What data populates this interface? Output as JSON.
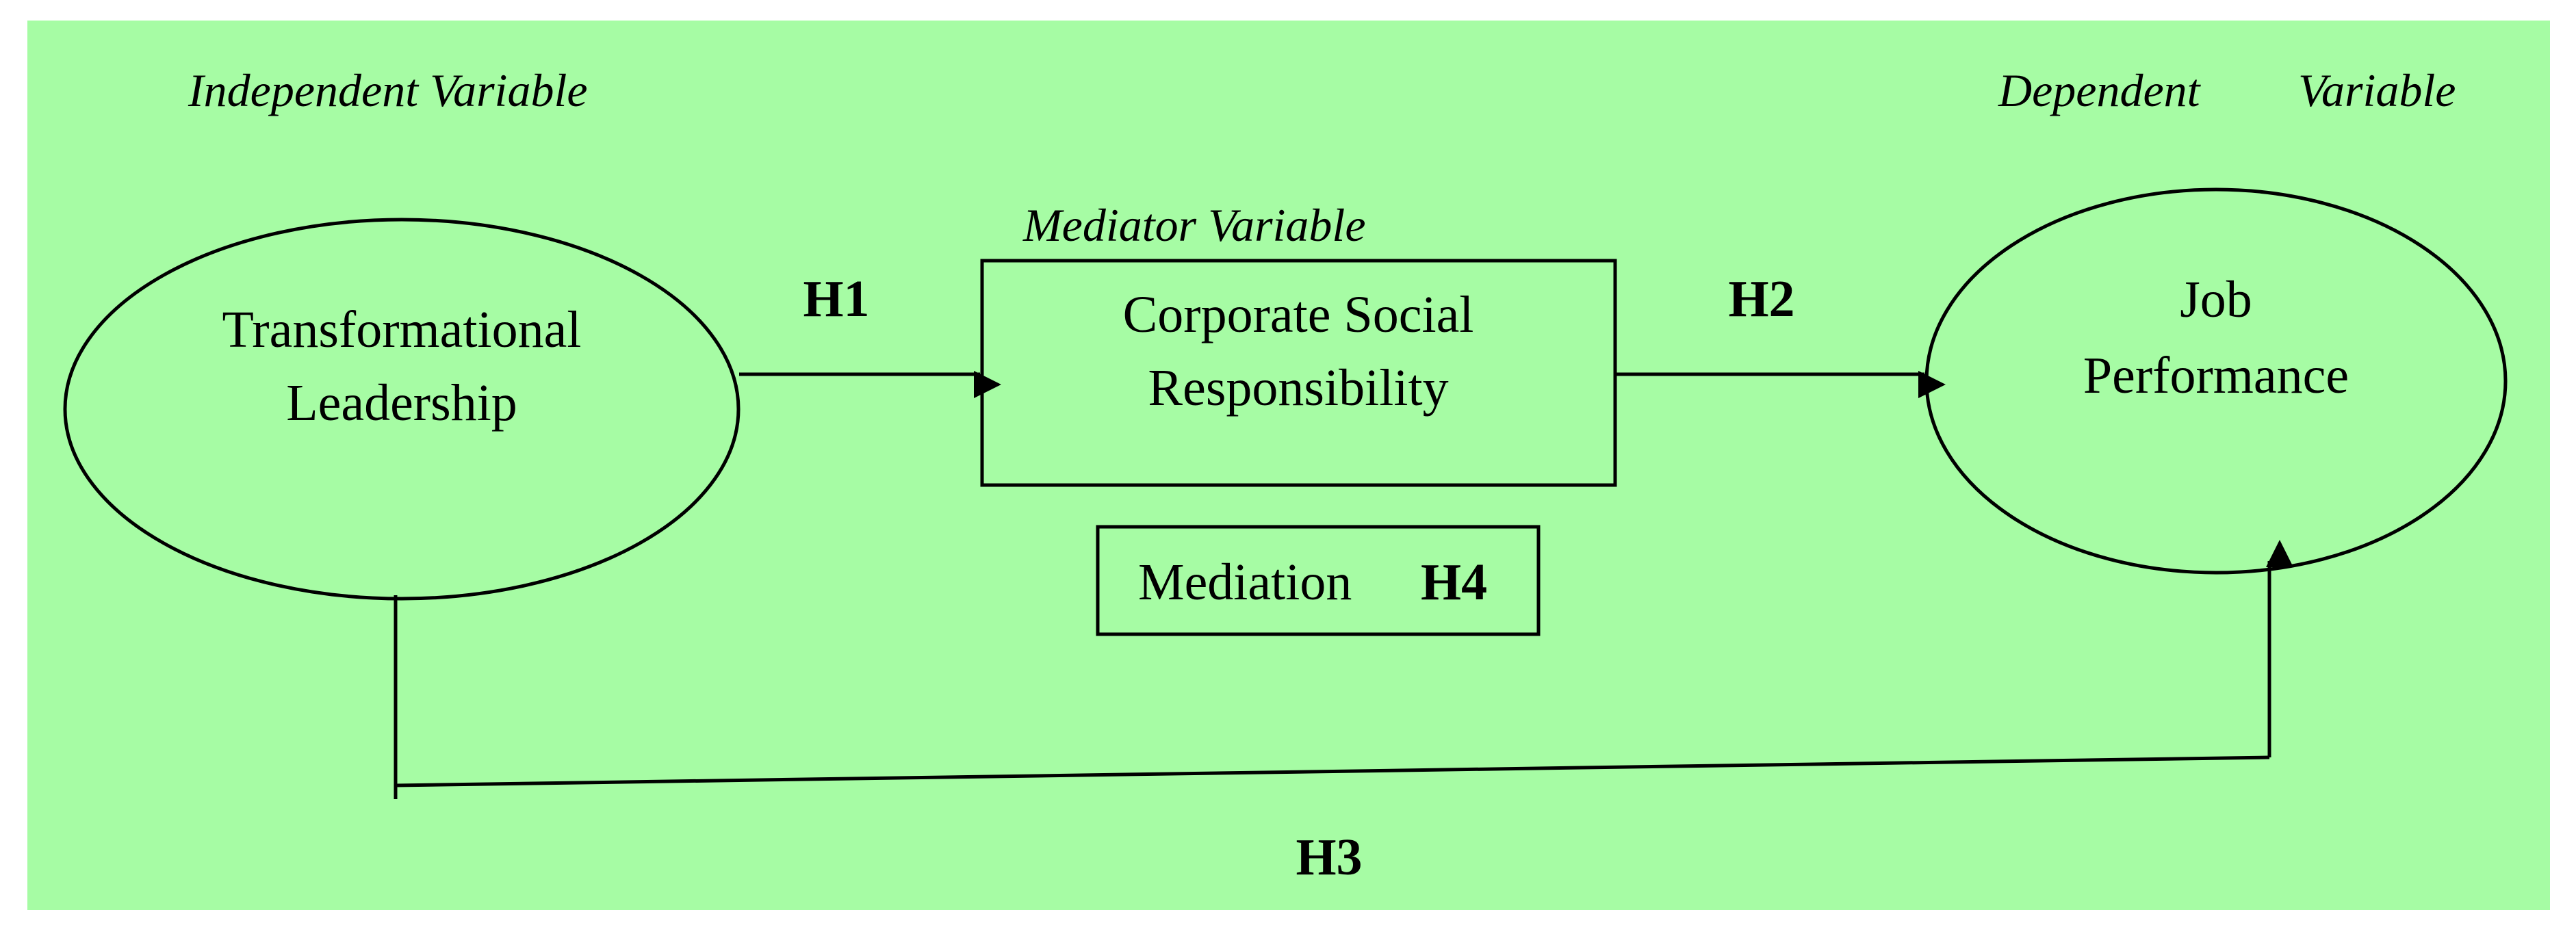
{
  "colors": {
    "background": "#a6fca4",
    "outer": "#ffffff",
    "stroke": "#000000"
  },
  "labels": {
    "independent_word": "Independent Variable",
    "mediator": "Mediator Variable",
    "dependent_word1": "Dependent",
    "dependent_word2": "Variable"
  },
  "nodes": {
    "independent": {
      "line1": "Transformational",
      "line2": "Leadership"
    },
    "mediator": {
      "line1": "Corporate Social",
      "line2": "Responsibility"
    },
    "dependent": {
      "line1": "Job",
      "line2": "Performance"
    },
    "mediation_box": {
      "text": "Mediation",
      "hypothesis": "H4"
    }
  },
  "hypotheses": {
    "h1": "H1",
    "h2": "H2",
    "h3": "H3"
  }
}
